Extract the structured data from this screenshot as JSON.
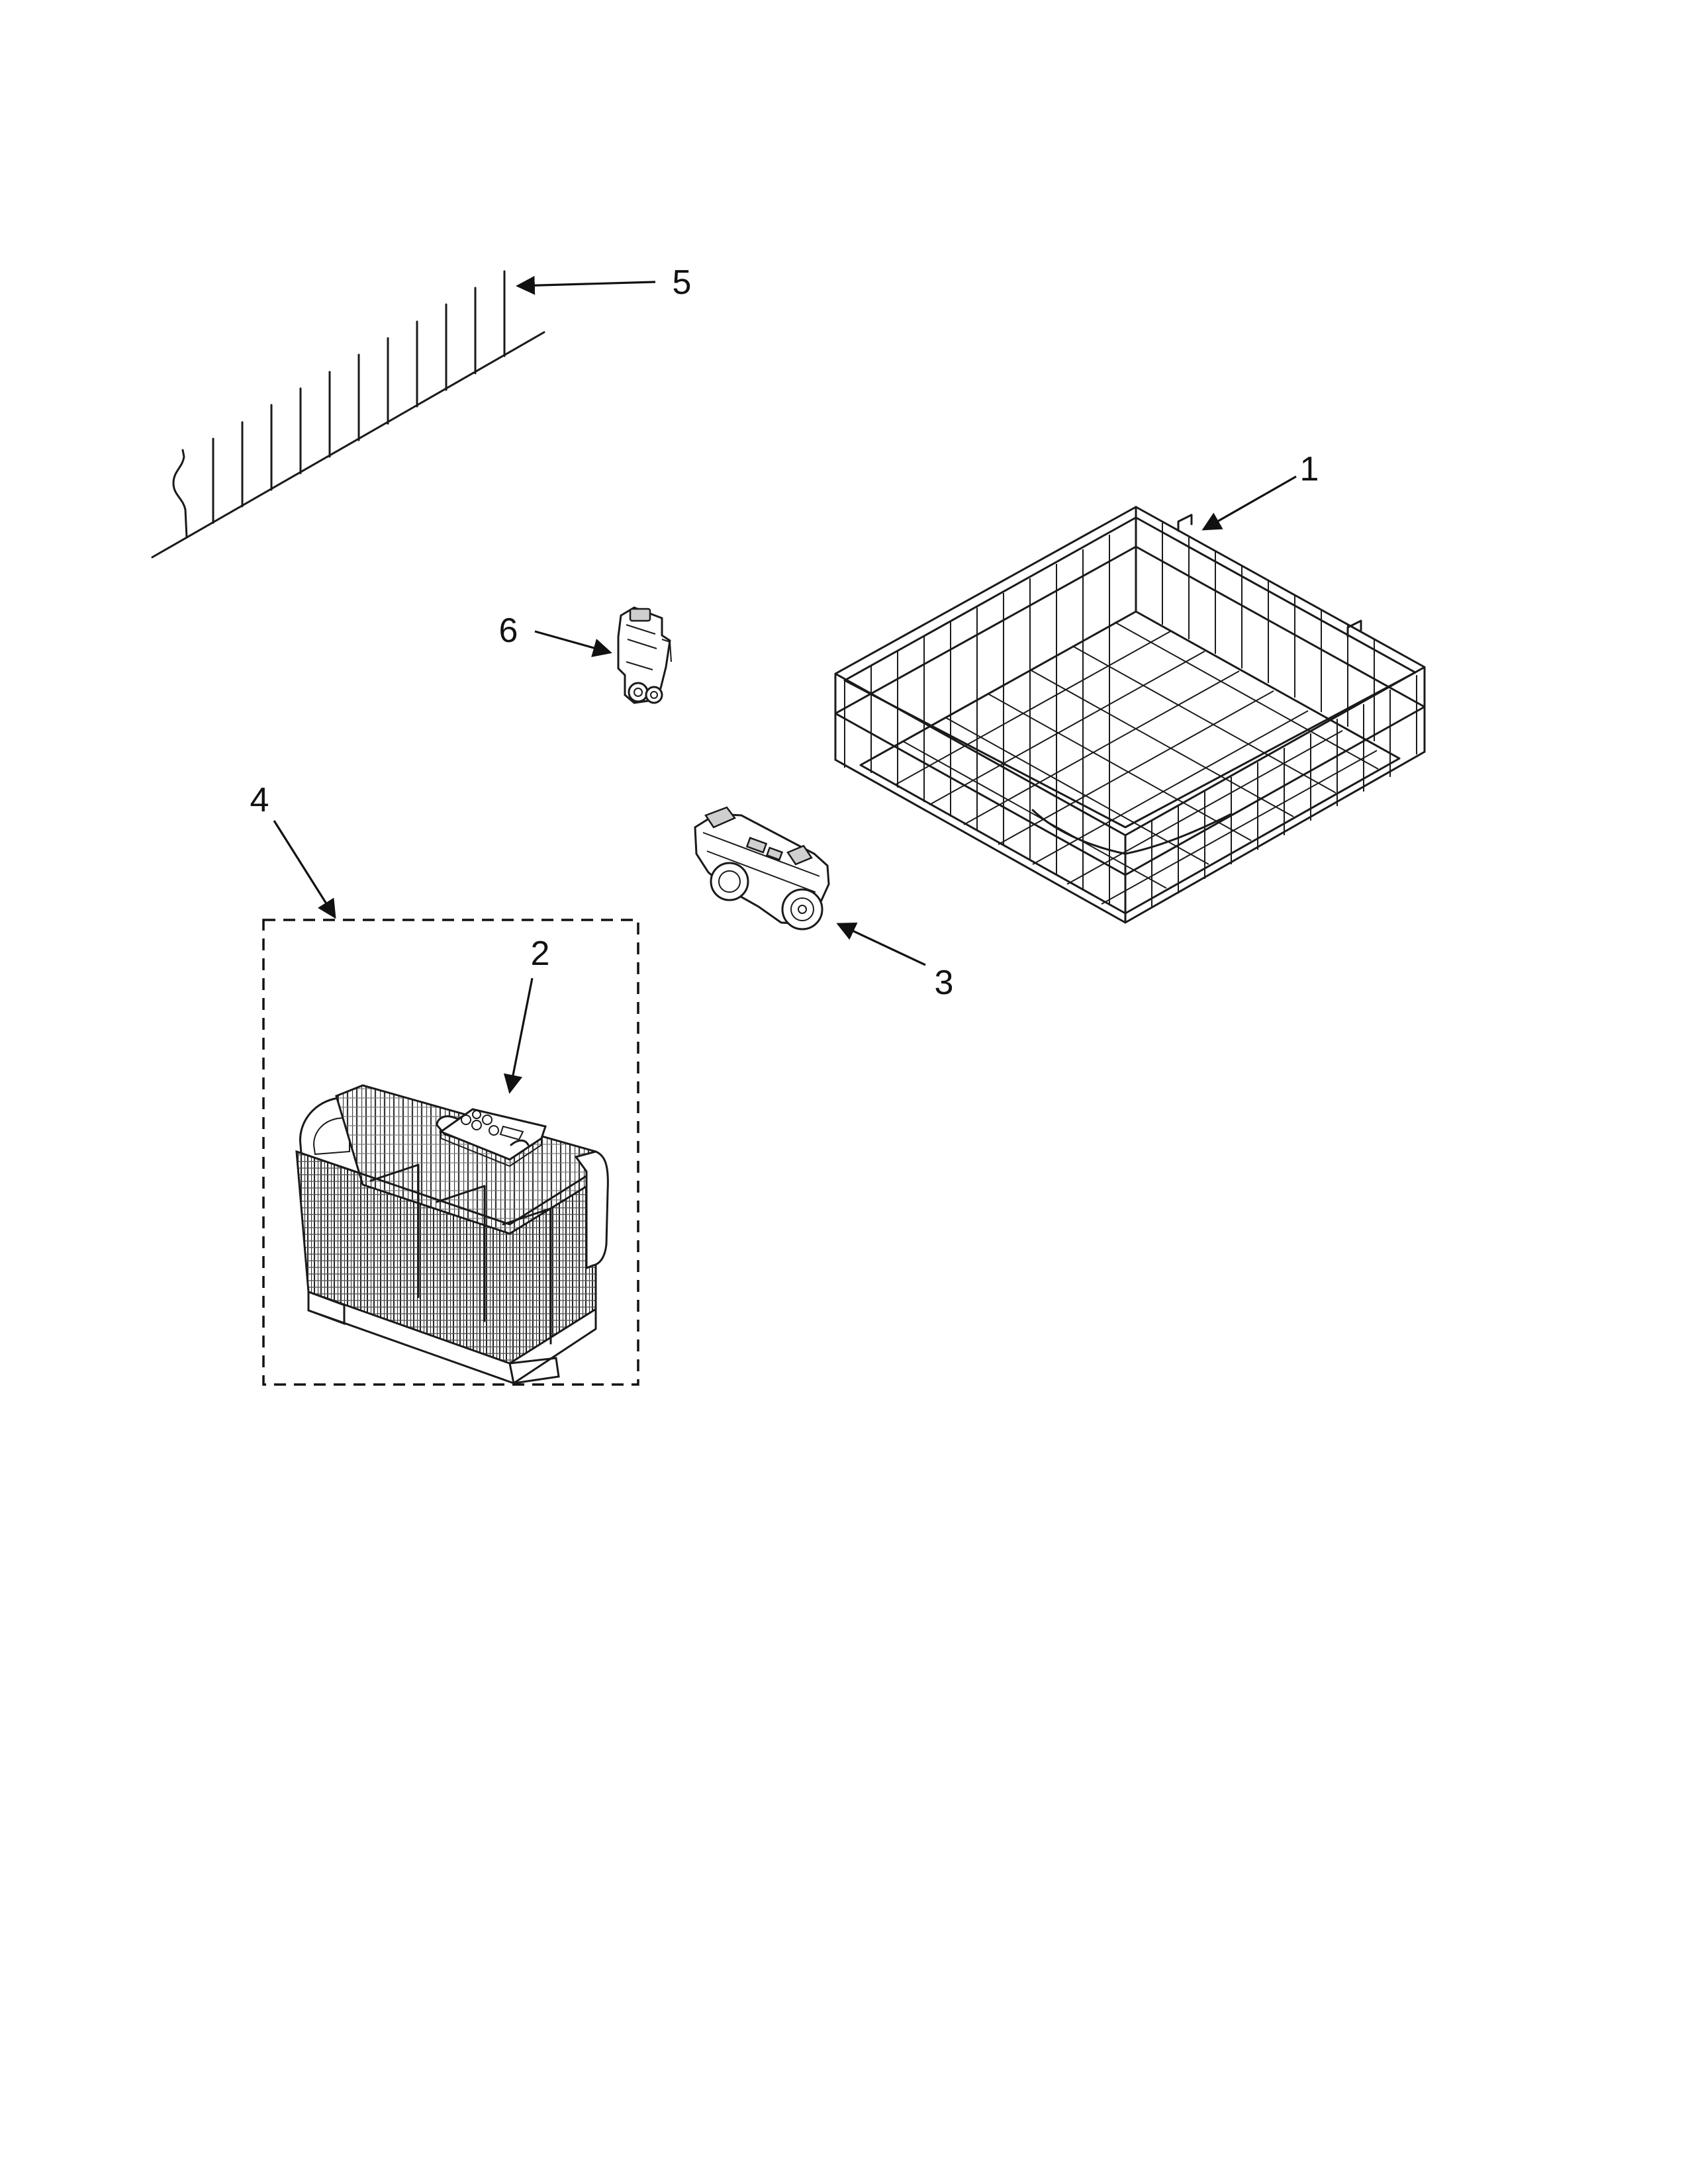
{
  "diagram": {
    "callouts": [
      {
        "id": "1",
        "label": "1"
      },
      {
        "id": "2",
        "label": "2"
      },
      {
        "id": "3",
        "label": "3"
      },
      {
        "id": "4",
        "label": "4"
      },
      {
        "id": "5",
        "label": "5"
      },
      {
        "id": "6",
        "label": "6"
      }
    ],
    "parts": [
      {
        "callout": "1",
        "icon": "dishrack-wire-basket-icon"
      },
      {
        "callout": "2",
        "icon": "basket-lid-clip-icon"
      },
      {
        "callout": "3",
        "icon": "rack-roller-wheel-assembly-icon"
      },
      {
        "callout": "4",
        "icon": "silverware-basket-kit-icon"
      },
      {
        "callout": "5",
        "icon": "tine-row-icon"
      },
      {
        "callout": "6",
        "icon": "rack-adjuster-clip-icon"
      }
    ],
    "colors": {
      "line": "#1a1a1a",
      "background": "#ffffff",
      "fill_grey": "#cfcfcf"
    }
  }
}
